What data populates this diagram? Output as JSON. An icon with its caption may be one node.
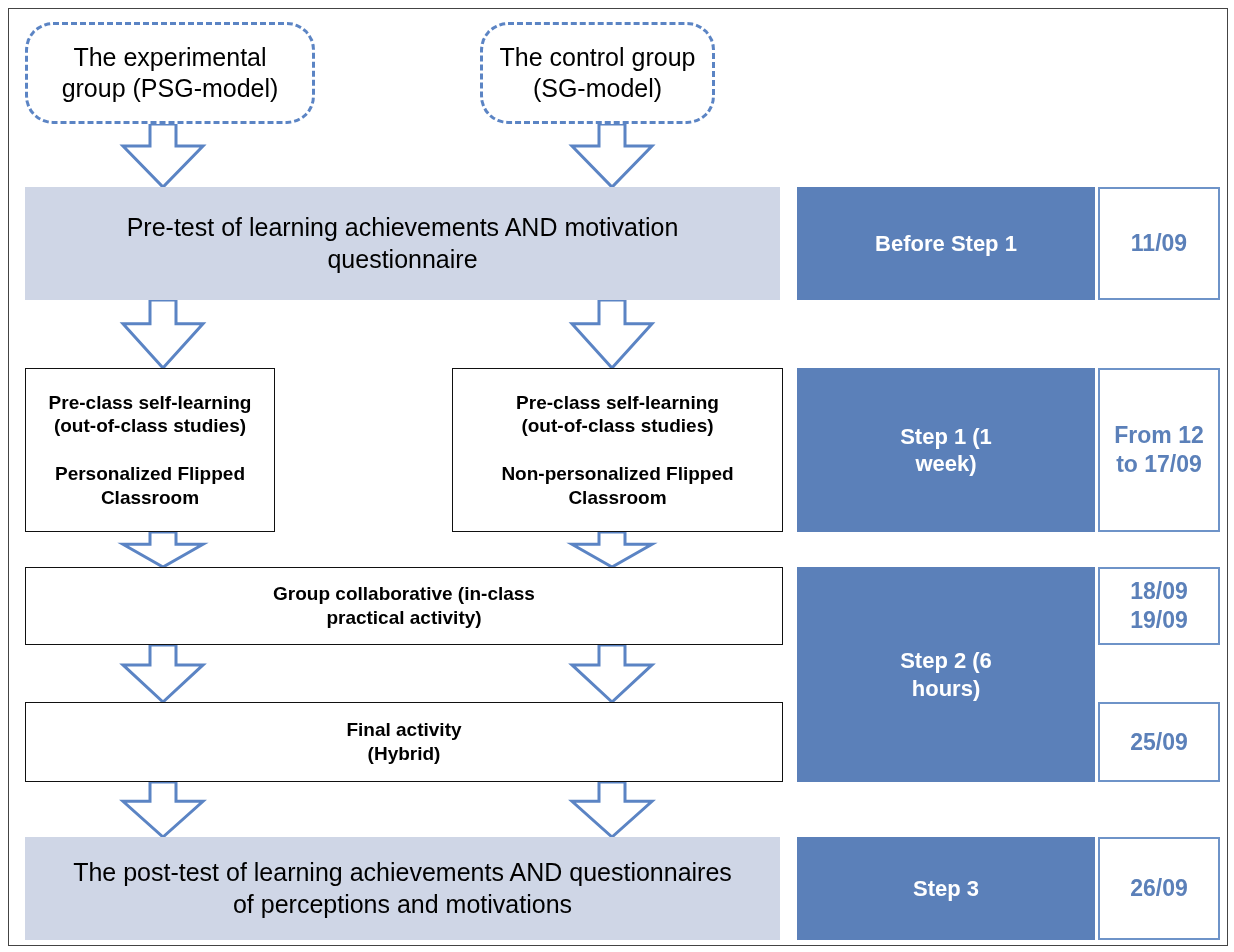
{
  "diagram": {
    "nodes": [
      {
        "text": [
          "The experimental group (PSG-model)"
        ]
      },
      {
        "text": [
          "The control group (SG-model)"
        ]
      },
      {
        "text": [
          "Pre-test of learning achievements AND motivation questionnaire"
        ]
      },
      {
        "text": [
          "Before Step 1"
        ]
      },
      {
        "text": [
          "11/09"
        ]
      },
      {
        "text": [
          "Pre-class self-learning (out-of-class studies)",
          "Personalized Flipped Classroom"
        ]
      },
      {
        "text": [
          "Pre-class self-learning (out-of-class studies)",
          "Non-personalized Flipped Classroom"
        ]
      },
      {
        "text": [
          "Step 1 (1 week)"
        ]
      },
      {
        "text": [
          "From 12 to 17/09"
        ]
      },
      {
        "text": [
          "Group collaborative (in-class practical activity)"
        ]
      },
      {
        "text": [
          "Step 2 (6 hours)"
        ]
      },
      {
        "text": [
          "18/09 19/09"
        ]
      },
      {
        "text": [
          "Final activity (Hybrid)"
        ]
      },
      {
        "text": [
          "25/09"
        ]
      },
      {
        "text": [
          "The post-test of learning achievements AND questionnaires of perceptions and motivations"
        ]
      },
      {
        "text": [
          "Step 3"
        ]
      },
      {
        "text": [
          "26/09"
        ]
      }
    ],
    "edges": [
      {
        "from": 0,
        "to": 2,
        "arrow": "to"
      },
      {
        "from": 1,
        "to": 2,
        "arrow": "to"
      },
      {
        "from": 2,
        "to": 5,
        "arrow": "to"
      },
      {
        "from": 2,
        "to": 6,
        "arrow": "to"
      },
      {
        "from": 5,
        "to": 9,
        "arrow": "to"
      },
      {
        "from": 6,
        "to": 9,
        "arrow": "to"
      },
      {
        "from": 9,
        "to": 12,
        "arrow": "to"
      },
      {
        "from": 9,
        "to": 12,
        "arrow": "to"
      },
      {
        "from": 12,
        "to": 14,
        "arrow": "to"
      },
      {
        "from": 12,
        "to": 14,
        "arrow": "to"
      }
    ]
  }
}
